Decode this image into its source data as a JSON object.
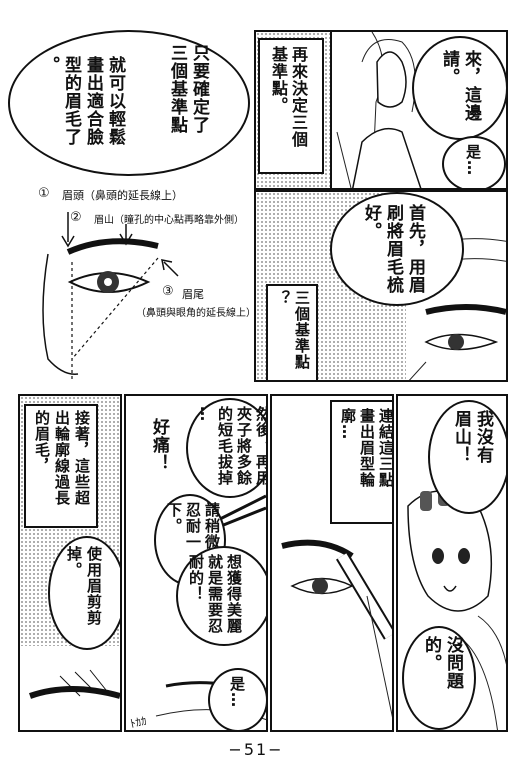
{
  "panels": {
    "p1": {
      "bubble_main": "只要確定了\n三個基準點",
      "bubble_sub": "就可以輕鬆\n畫出適合臉\n型的眉毛了\n。",
      "diagram": {
        "label1_num": "①",
        "label1_text": "眉頭（鼻頭的延長線上）",
        "label2_num": "②",
        "label2_text": "眉山（瞳孔的中心點再略靠外側）",
        "label3_num": "③",
        "label3_text": "眉尾",
        "label3_note": "（鼻頭與眼角的延長線上）"
      }
    },
    "p2": {
      "bubble_right": "來，這邊\n請。",
      "bubble_small": "是…",
      "box": "再來決定三個\n基準點。"
    },
    "p3": {
      "bubble_main": "首先，用眉\n刷將眉毛梳\n好。",
      "box": "三個基準點\n？"
    },
    "p4": {
      "bubble_top": "我沒有\n眉山！",
      "bubble_bottom": "沒問題\n的。"
    },
    "p5": {
      "box": "連結這三點\n畫出眉型輪\n廓…"
    },
    "p6": {
      "bubble_1": "然後，再用\n夾子將多餘\n的短毛拔掉\n…",
      "bubble_2": "好痛！",
      "bubble_3": "請稍微\n忍耐一\n下。",
      "bubble_4": "想獲得美麗\n就是需要忍\n耐的！",
      "bubble_5": "是…",
      "sfx": "ﾄｶｶ"
    },
    "p7": {
      "box": "接著，這些超\n出輪廓線過長\n的眉毛，",
      "bubble": "使用眉剪剪\n掉。"
    }
  },
  "page_number": "−51−"
}
